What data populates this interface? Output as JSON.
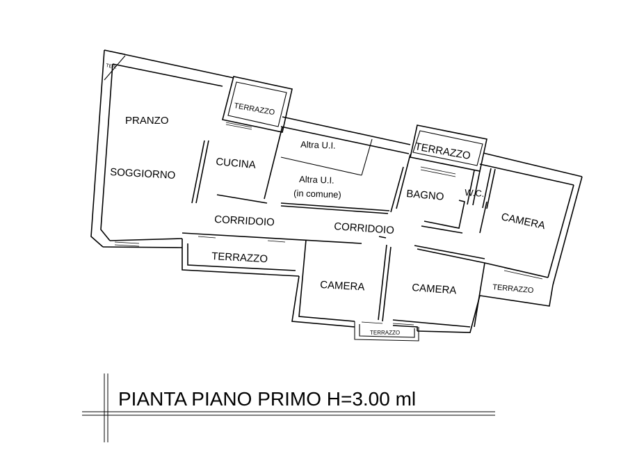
{
  "plan": {
    "rooms": {
      "pranzo": "PRANZO",
      "soggiorno": "SOGGIORNO",
      "cucina": "CUCINA",
      "altra_ui_1": "Altra U.I.",
      "altra_ui_2": "Altra U.I.",
      "in_comune": "(in comune)",
      "corridoio_1": "CORRIDOIO",
      "corridoio_2": "CORRIDOIO",
      "bagno": "BAGNO",
      "wc": "W.C.",
      "camera_1": "CAMERA",
      "camera_2": "CAMERA",
      "camera_3": "CAMERA"
    },
    "terraces": {
      "ter_small": "TER.",
      "terrazzo_top": "TERRAZZO",
      "terrazzo_mid": "TERRAZZO",
      "terrazzo_left": "TERRAZZO",
      "terrazzo_right": "TERRAZZO",
      "terrazzo_bottom": "TERRAZZO"
    },
    "title": "PIANTA PIANO PRIMO H=3.00 ml"
  }
}
